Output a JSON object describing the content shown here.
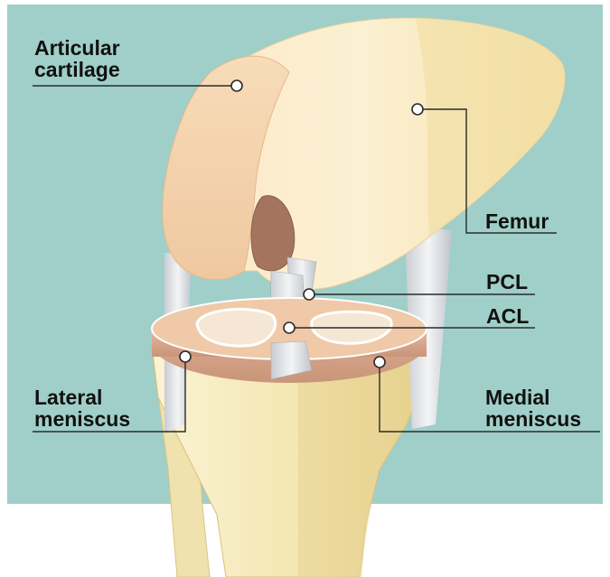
{
  "colors": {
    "background": "#9fcfc8",
    "bone_light": "#f8eec8",
    "bone_shade": "#e6d38e",
    "cartilage": "#f2d2ac",
    "meniscus": "#d9a98b",
    "ligament": "#e8ebee",
    "label_text": "#111111",
    "leader_line": "#2a2a2a"
  },
  "labels": {
    "articular_cartilage": [
      "Articular",
      "cartilage"
    ],
    "femur": "Femur",
    "pcl": "PCL",
    "acl": "ACL",
    "lateral_meniscus": [
      "Lateral",
      "meniscus"
    ],
    "medial_meniscus": [
      "Medial",
      "meniscus"
    ]
  }
}
